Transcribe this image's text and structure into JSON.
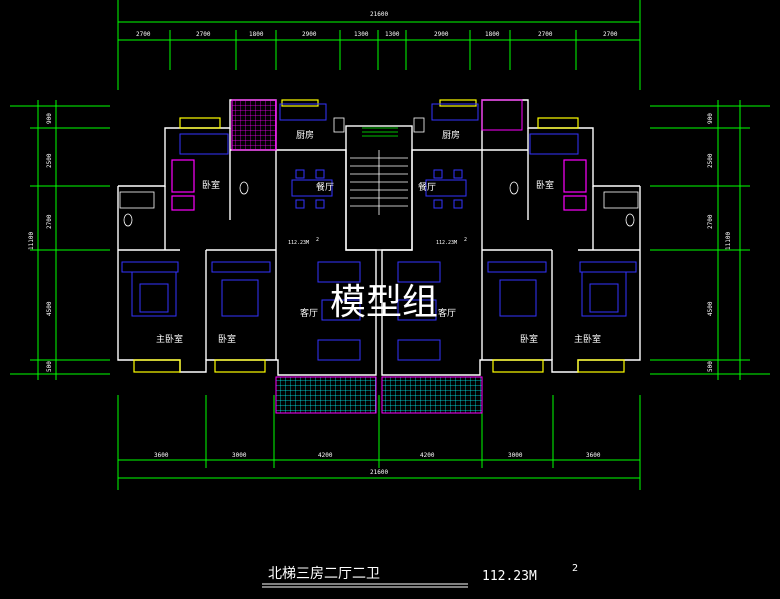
{
  "dimensions": {
    "top_total": "21600",
    "top_segments": [
      "2700",
      "2700",
      "1800",
      "2900",
      "1300",
      "1300",
      "2900",
      "1800",
      "2700",
      "2700"
    ],
    "bottom_total": "21600",
    "bottom_segments": [
      "3600",
      "3000",
      "4200",
      "4200",
      "3000",
      "3600"
    ],
    "left_segments": [
      "900",
      "2500",
      "2700",
      "4500",
      "500"
    ],
    "left_total": "11100",
    "right_segments": [
      "900",
      "2500",
      "2700",
      "4500",
      "500"
    ],
    "right_total": "11100"
  },
  "rooms": {
    "left": {
      "kitchen": "厨房",
      "dining": "餐厅",
      "bedroom_top": "卧室",
      "living": "客厅",
      "bedroom": "卧室",
      "master": "主卧室",
      "area": "112.23M",
      "area_sup": "2"
    },
    "right": {
      "kitchen": "厨房",
      "dining": "餐厅",
      "bedroom_top": "卧室",
      "living": "客厅",
      "bedroom": "卧室",
      "master": "主卧室",
      "area": "112.23M",
      "area_sup": "2"
    }
  },
  "watermark": "模型组",
  "title": {
    "name": "北梯三房二厅二卫",
    "area": "112.23M",
    "area_sup": "2"
  },
  "colors": {
    "background": "#000000",
    "dimension_lines": "#00ff00",
    "walls": "#ffffff",
    "furniture": "#3333ff",
    "windows": "#ffff00",
    "balcony_hatch": "#00ffff",
    "fixtures": "#ff00ff"
  }
}
